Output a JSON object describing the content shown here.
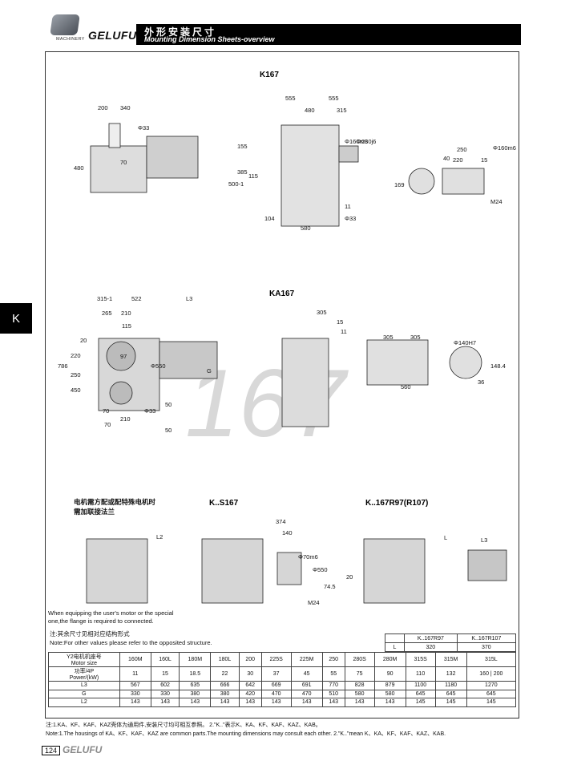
{
  "header": {
    "brand": "GELUFU",
    "machinery": "MACHINERY",
    "title_cn": "外形安装尺寸",
    "title_en": "Mounting Dimension Sheets-overview"
  },
  "side_tab": "K",
  "sections": {
    "k": "K167",
    "ka": "KA167",
    "ks": "K..S167",
    "kr": "K..167R97(R107)"
  },
  "watermark": "167",
  "motor_note_cn": [
    "电机需方配或配特殊电机时",
    "需加联接法兰"
  ],
  "motor_note_en": [
    "When equipping the user's motor or the special",
    "one,the flange is required to connected."
  ],
  "other_note_cn": "注:其余尺寸见相对应结构形式",
  "other_note_en": "Note:For other values please refer to the opposited structure.",
  "dims": {
    "k_left": [
      "200",
      "340",
      "Φ33",
      "480",
      "70"
    ],
    "k_mid": [
      "555",
      "555",
      "480",
      "315",
      "155",
      "385",
      "115",
      "500-1",
      "Φ160m6",
      "Φ230j6",
      "104",
      "580",
      "11",
      "Φ33"
    ],
    "k_right": [
      "40",
      "250",
      "220",
      "15",
      "Φ160m6",
      "169",
      "M24"
    ],
    "ka_left": [
      "315-1",
      "522",
      "L3",
      "265",
      "210",
      "115",
      "786",
      "220",
      "250",
      "450",
      "20",
      "97",
      "Φ550",
      "G",
      "70",
      "Φ33",
      "50",
      "50",
      "210",
      "70"
    ],
    "ka_mid": [
      "305",
      "15",
      "11"
    ],
    "ka_right": [
      "305",
      "305",
      "Φ140H7",
      "148.4",
      "36",
      "560"
    ],
    "ks": [
      "374",
      "140",
      "Φ70m6",
      "Φ550",
      "74.5",
      "20",
      "M24"
    ],
    "kr": [
      "L",
      "L3",
      "L2"
    ]
  },
  "l_table": {
    "header": [
      "K..167R97",
      "K..167R107"
    ],
    "label": "L",
    "values": [
      "320",
      "370"
    ]
  },
  "spec_table": {
    "col_header_cn": "Y2电机机座号",
    "col_header_en": "Motor size",
    "power_cn": "功率/4P",
    "power_en": "Power/(kW)",
    "sizes": [
      "160M",
      "160L",
      "180M",
      "180L",
      "200",
      "225S",
      "225M",
      "250",
      "280S",
      "280M",
      "315S",
      "315M",
      "315L"
    ],
    "power": [
      "11",
      "15",
      "18.5",
      "22",
      "30",
      "37",
      "45",
      "55",
      "75",
      "90",
      "110",
      "132",
      "160",
      "200"
    ],
    "rows": [
      {
        "label": "L3",
        "values": [
          "567",
          "602",
          "635",
          "666",
          "642",
          "669",
          "691",
          "770",
          "828",
          "879",
          "1100",
          "1180",
          "1270"
        ]
      },
      {
        "label": "G",
        "values": [
          "330",
          "330",
          "380",
          "380",
          "420",
          "470",
          "470",
          "510",
          "580",
          "580",
          "645",
          "645",
          "645"
        ]
      },
      {
        "label": "L2",
        "values": [
          "143",
          "143",
          "143",
          "143",
          "143",
          "143",
          "143",
          "143",
          "143",
          "143",
          "145",
          "145",
          "145"
        ]
      }
    ]
  },
  "footnote_cn": "注:1.KA、KF、KAF、KAZ壳体为通用件,安装尺寸均可相互参照。  2.\"K..\"表示K、KA、KF、KAF、KAZ、KAB。",
  "footnote_en": "Note:1.The housings of KA、KF、KAF、KAZ are common parts.The mounting dimensions may consult each other. 2.\"K..\"mean K、KA、KF、KAF、KAZ、KAB.",
  "page_number": "124",
  "footer_brand": "GELUFU"
}
